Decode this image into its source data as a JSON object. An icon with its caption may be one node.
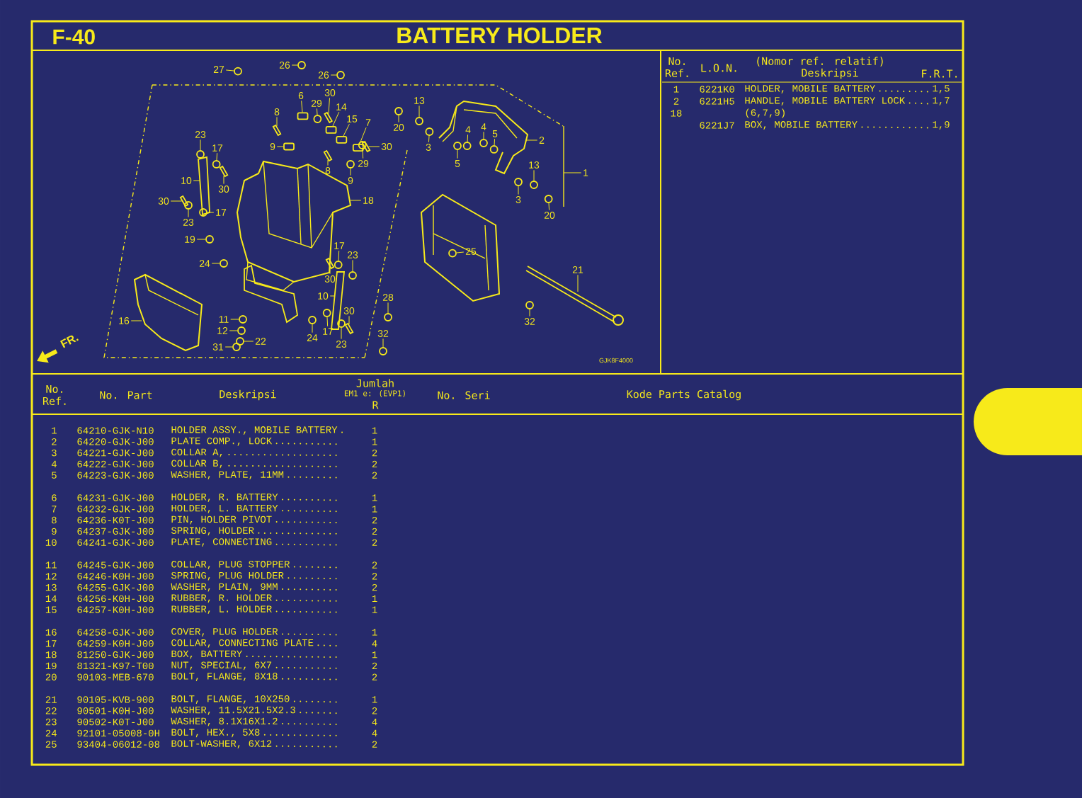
{
  "diagram": {
    "title": "BATTERY HOLDER",
    "nodes": [
      {
        "text": [
          "27"
        ]
      },
      {
        "text": [
          "26"
        ]
      },
      {
        "text": [
          "26"
        ]
      },
      {
        "text": [
          "6"
        ]
      },
      {
        "text": [
          "29"
        ]
      },
      {
        "text": [
          "30"
        ]
      },
      {
        "text": [
          "14"
        ]
      },
      {
        "text": [
          "15"
        ]
      },
      {
        "text": [
          "7"
        ]
      },
      {
        "text": [
          "8"
        ]
      },
      {
        "text": [
          "9"
        ]
      },
      {
        "text": [
          "30"
        ]
      },
      {
        "text": [
          "8"
        ]
      },
      {
        "text": [
          "29"
        ]
      },
      {
        "text": [
          "9"
        ]
      },
      {
        "text": [
          "23"
        ]
      },
      {
        "text": [
          "17"
        ]
      },
      {
        "text": [
          "10"
        ]
      },
      {
        "text": [
          "30"
        ]
      },
      {
        "text": [
          "30"
        ]
      },
      {
        "text": [
          "17"
        ]
      },
      {
        "text": [
          "23"
        ]
      },
      {
        "text": [
          "18"
        ]
      },
      {
        "text": [
          "19"
        ]
      },
      {
        "text": [
          "24"
        ]
      },
      {
        "text": [
          "17"
        ]
      },
      {
        "text": [
          "23"
        ]
      },
      {
        "text": [
          "30"
        ]
      },
      {
        "text": [
          "10"
        ]
      },
      {
        "text": [
          "30"
        ]
      },
      {
        "text": [
          "17"
        ]
      },
      {
        "text": [
          "23"
        ]
      },
      {
        "text": [
          "24"
        ]
      },
      {
        "text": [
          "11"
        ]
      },
      {
        "text": [
          "12"
        ]
      },
      {
        "text": [
          "22"
        ]
      },
      {
        "text": [
          "31"
        ]
      },
      {
        "text": [
          "16"
        ]
      },
      {
        "text": [
          "13"
        ]
      },
      {
        "text": [
          "20"
        ]
      },
      {
        "text": [
          "3"
        ]
      },
      {
        "text": [
          "4"
        ]
      },
      {
        "text": [
          "4"
        ]
      },
      {
        "text": [
          "5"
        ]
      },
      {
        "text": [
          "5"
        ]
      },
      {
        "text": [
          "2"
        ]
      },
      {
        "text": [
          "13"
        ]
      },
      {
        "text": [
          "3"
        ]
      },
      {
        "text": [
          "20"
        ]
      },
      {
        "text": [
          "1"
        ]
      },
      {
        "text": [
          "25"
        ]
      },
      {
        "text": [
          "21"
        ]
      },
      {
        "text": [
          "32"
        ]
      },
      {
        "text": [
          "28"
        ]
      },
      {
        "text": [
          "32"
        ]
      },
      {
        "text": [],
        "shape": "circle"
      },
      {
        "text": [],
        "shape": "circle"
      },
      {
        "text": [],
        "shape": "circle"
      },
      {
        "text": [],
        "shape": "box"
      },
      {
        "text": [],
        "shape": "circle"
      },
      {
        "text": [],
        "shape": "bar"
      },
      {
        "text": [],
        "shape": "box"
      },
      {
        "text": [],
        "shape": "box"
      },
      {
        "text": [],
        "shape": "box"
      },
      {
        "text": [],
        "shape": "bar"
      },
      {
        "text": [],
        "shape": "box"
      },
      {
        "text": [],
        "shape": "bar"
      },
      {
        "text": [],
        "shape": "bar"
      },
      {
        "text": [],
        "shape": "circle"
      },
      {
        "text": [],
        "shape": "circle"
      },
      {
        "text": [],
        "shape": "circle"
      },
      {
        "text": [],
        "shape": "circle"
      },
      {
        "text": [],
        "shape": "bar"
      },
      {
        "text": [],
        "shape": "bar"
      },
      {
        "text": [],
        "shape": "circle"
      },
      {
        "text": [],
        "shape": "circle"
      },
      {
        "text": [],
        "shape": "circle"
      },
      {
        "text": [],
        "shape": "circle"
      },
      {
        "text": [],
        "shape": "circle"
      },
      {
        "text": [],
        "shape": "circle"
      },
      {
        "text": [],
        "shape": "bar"
      },
      {
        "text": [],
        "shape": "bar"
      },
      {
        "text": [],
        "shape": "circle"
      },
      {
        "text": [],
        "shape": "circle"
      },
      {
        "text": [],
        "shape": "circle"
      },
      {
        "text": [],
        "shape": "circle"
      },
      {
        "text": [],
        "shape": "circle"
      },
      {
        "text": [],
        "shape": "circle"
      },
      {
        "text": [],
        "shape": "circle"
      },
      {
        "text": [],
        "shape": "circle"
      },
      {
        "text": [],
        "shape": "circle"
      },
      {
        "text": [],
        "shape": "circle"
      },
      {
        "text": [],
        "shape": "circle"
      },
      {
        "text": [],
        "shape": "circle"
      },
      {
        "text": [],
        "shape": "circle"
      },
      {
        "text": [],
        "shape": "circle"
      },
      {
        "text": [],
        "shape": "circle"
      },
      {
        "text": [],
        "shape": "circle"
      },
      {
        "text": [],
        "shape": "circle"
      },
      {
        "text": [],
        "shape": "circle"
      },
      {
        "text": [],
        "shape": "circle"
      },
      {
        "text": [],
        "shape": "circle"
      },
      {
        "text": [],
        "shape": "circle"
      }
    ],
    "edges": [
      {
        "from": 0,
        "to": 55,
        "arrow": "none"
      },
      {
        "from": 1,
        "to": 56,
        "arrow": "none"
      },
      {
        "from": 2,
        "to": 57,
        "arrow": "none"
      },
      {
        "from": 3,
        "to": 58,
        "arrow": "none"
      },
      {
        "from": 4,
        "to": 59,
        "arrow": "none"
      },
      {
        "from": 5,
        "to": 60,
        "arrow": "none"
      },
      {
        "from": 6,
        "to": 61,
        "arrow": "none"
      },
      {
        "from": 7,
        "to": 62,
        "arrow": "none"
      },
      {
        "from": 8,
        "to": 63,
        "arrow": "none"
      },
      {
        "from": 9,
        "to": 64,
        "arrow": "none"
      },
      {
        "from": 10,
        "to": 65,
        "arrow": "none"
      },
      {
        "from": 11,
        "to": 66,
        "arrow": "none"
      },
      {
        "from": 12,
        "to": 67,
        "arrow": "none"
      },
      {
        "from": 13,
        "to": 68,
        "arrow": "none"
      },
      {
        "from": 14,
        "to": 69,
        "arrow": "none"
      },
      {
        "from": 15,
        "to": 70,
        "arrow": "none"
      },
      {
        "from": 16,
        "to": 71,
        "arrow": "none"
      },
      {
        "from": 17,
        "to": null,
        "arrow": "none"
      },
      {
        "from": 18,
        "to": 72,
        "arrow": "none"
      },
      {
        "from": 19,
        "to": 73,
        "arrow": "none"
      },
      {
        "from": 20,
        "to": 74,
        "arrow": "none"
      },
      {
        "from": 21,
        "to": 75,
        "arrow": "none"
      },
      {
        "from": 22,
        "to": null,
        "arrow": "none"
      },
      {
        "from": 23,
        "to": 76,
        "arrow": "none"
      },
      {
        "from": 24,
        "to": 77,
        "arrow": "none"
      },
      {
        "from": 25,
        "to": 78,
        "arrow": "none"
      },
      {
        "from": 26,
        "to": 79,
        "arrow": "none"
      },
      {
        "from": 27,
        "to": 80,
        "arrow": "none"
      },
      {
        "from": 28,
        "to": null,
        "arrow": "none"
      },
      {
        "from": 29,
        "to": 81,
        "arrow": "none"
      },
      {
        "from": 30,
        "to": 82,
        "arrow": "none"
      },
      {
        "from": 31,
        "to": 83,
        "arrow": "none"
      },
      {
        "from": 32,
        "to": 84,
        "arrow": "none"
      },
      {
        "from": 33,
        "to": 85,
        "arrow": "none"
      },
      {
        "from": 34,
        "to": 86,
        "arrow": "none"
      },
      {
        "from": 35,
        "to": 87,
        "arrow": "none"
      },
      {
        "from": 36,
        "to": 88,
        "arrow": "none"
      },
      {
        "from": 37,
        "to": null,
        "arrow": "none"
      },
      {
        "from": 38,
        "to": 89,
        "arrow": "none"
      },
      {
        "from": 39,
        "to": 90,
        "arrow": "none"
      },
      {
        "from": 40,
        "to": 91,
        "arrow": "none"
      },
      {
        "from": 41,
        "to": 92,
        "arrow": "none"
      },
      {
        "from": 42,
        "to": 93,
        "arrow": "none"
      },
      {
        "from": 43,
        "to": 94,
        "arrow": "none"
      },
      {
        "from": 44,
        "to": 95,
        "arrow": "none"
      },
      {
        "from": 45,
        "to": null,
        "arrow": "none"
      },
      {
        "from": 46,
        "to": 96,
        "arrow": "none"
      },
      {
        "from": 47,
        "to": 97,
        "arrow": "none"
      },
      {
        "from": 48,
        "to": 98,
        "arrow": "none"
      },
      {
        "from": 49,
        "to": null,
        "arrow": "none"
      },
      {
        "from": 50,
        "to": 99,
        "arrow": "none"
      },
      {
        "from": 51,
        "to": null,
        "arrow": "none"
      },
      {
        "from": 52,
        "to": 100,
        "arrow": "none"
      },
      {
        "from": 53,
        "to": 101,
        "arrow": "none"
      },
      {
        "from": 54,
        "to": 102,
        "arrow": "none"
      }
    ],
    "labels": [
      "F-40",
      "FR.",
      "GJK8F4000",
      "No. Ref.",
      "L.O.N.",
      "(Nomor ref. relatif)",
      "Deskripsi",
      "F.R.T.",
      "1",
      "6221K0",
      "HOLDER, MOBILE BATTERY",
      "1,5",
      "2",
      "6221H5",
      "HANDLE, MOBILE BATTERY LOCK",
      "1,7",
      "18",
      "(6,7,9)",
      "6221J7",
      "BOX, MOBILE BATTERY",
      "1,9",
      "No. Ref.",
      "No. Part",
      "Deskripsi",
      "Jumlah",
      "EM1 e: (EVP1)",
      "R",
      "No. Seri",
      "Kode Parts Catalog",
      "1",
      "64210-GJK-N10",
      "HOLDER ASSY., MOBILE BATTERY",
      "1",
      "2",
      "64220-GJK-J00",
      "PLATE COMP., LOCK",
      "1",
      "3",
      "64221-GJK-J00",
      "COLLAR A,",
      "2",
      "4",
      "64222-GJK-J00",
      "COLLAR B,",
      "2",
      "5",
      "64223-GJK-J00",
      "WASHER, PLATE, 11MM",
      "2",
      "6",
      "64231-GJK-J00",
      "HOLDER, R. BATTERY",
      "1",
      "7",
      "64232-GJK-J00",
      "HOLDER, L. BATTERY",
      "1",
      "8",
      "64236-K0T-J00",
      "PIN, HOLDER PIVOT",
      "2",
      "9",
      "64237-GJK-J00",
      "SPRING, HOLDER",
      "2",
      "10",
      "64241-GJK-J00",
      "PLATE, CONNECTING",
      "2",
      "11",
      "64245-GJK-J00",
      "COLLAR, PLUG STOPPER",
      "2",
      "12",
      "64246-K0H-J00",
      "SPRING, PLUG HOLDER",
      "2",
      "13",
      "64255-GJK-J00",
      "WASHER, PLAIN, 9MM",
      "2",
      "14",
      "64256-K0H-J00",
      "RUBBER, R. HOLDER",
      "1",
      "15",
      "64257-K0H-J00",
      "RUBBER, L. HOLDER",
      "1",
      "16",
      "64258-GJK-J00",
      "COVER, PLUG HOLDER",
      "1",
      "17",
      "64259-K0H-J00",
      "COLLAR, CONNECTING PLATE",
      "4",
      "18",
      "81250-GJK-J00",
      "BOX, BATTERY",
      "1",
      "19",
      "81321-K97-T00",
      "NUT, SPECIAL, 6X7",
      "2",
      "20",
      "90103-MEB-670",
      "BOLT, FLANGE, 8X18",
      "2",
      "21",
      "90105-KVB-900",
      "BOLT, FLANGE, 10X250",
      "1",
      "22",
      "90501-K0H-J00",
      "WASHER, 11.5X21.5X2.3",
      "2",
      "23",
      "90502-K0T-J00",
      "WASHER, 8.1X16X1.2",
      "4",
      "24",
      "92101-05008-0H",
      "BOLT, HEX., 5X8",
      "4",
      "25",
      "93404-06012-08",
      "BOLT-WASHER, 6X12",
      "2"
    ]
  }
}
